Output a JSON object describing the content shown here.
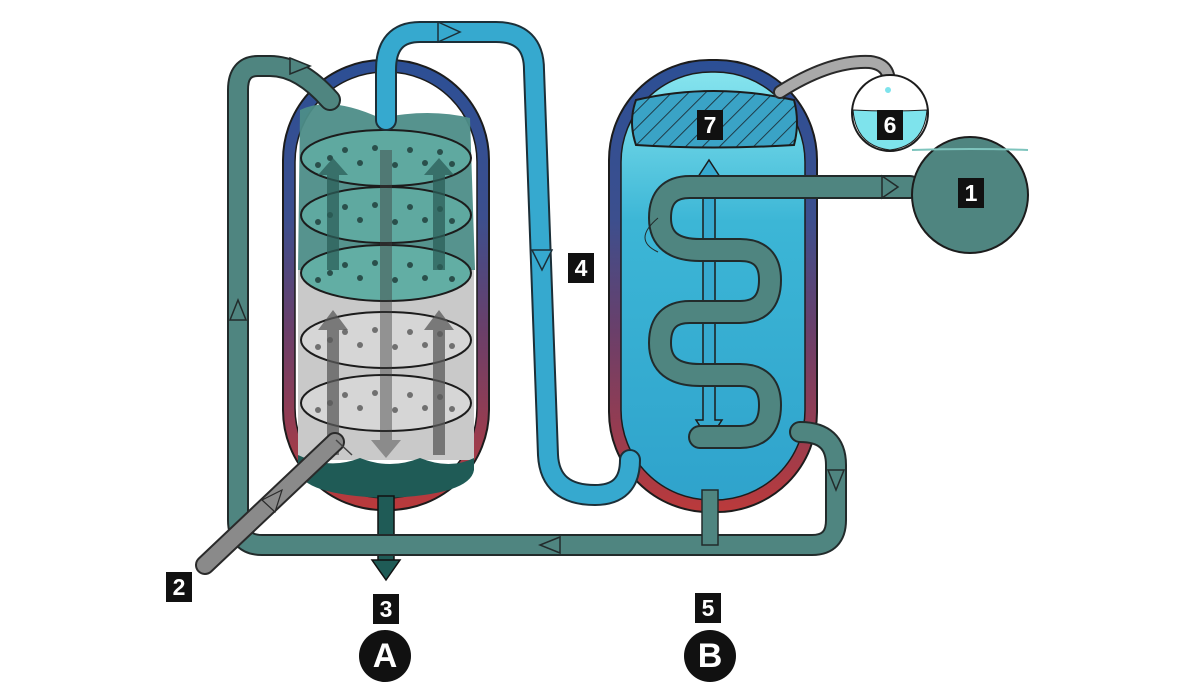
{
  "labels": {
    "l1": "1",
    "l2": "2",
    "l3": "3",
    "l4": "4",
    "l5": "5",
    "l6": "6",
    "l7": "7"
  },
  "sections": {
    "a": "A",
    "b": "B"
  },
  "colors": {
    "pipe_teal": "#4f8580",
    "pipe_outline": "#222b2b",
    "pipe_blue": "#36a9cf",
    "vessel_top": "#2f4f93",
    "vessel_bottom": "#b83a3c",
    "condensate_gray": "#8a8a8a",
    "water_light": "#7ee3ec"
  }
}
